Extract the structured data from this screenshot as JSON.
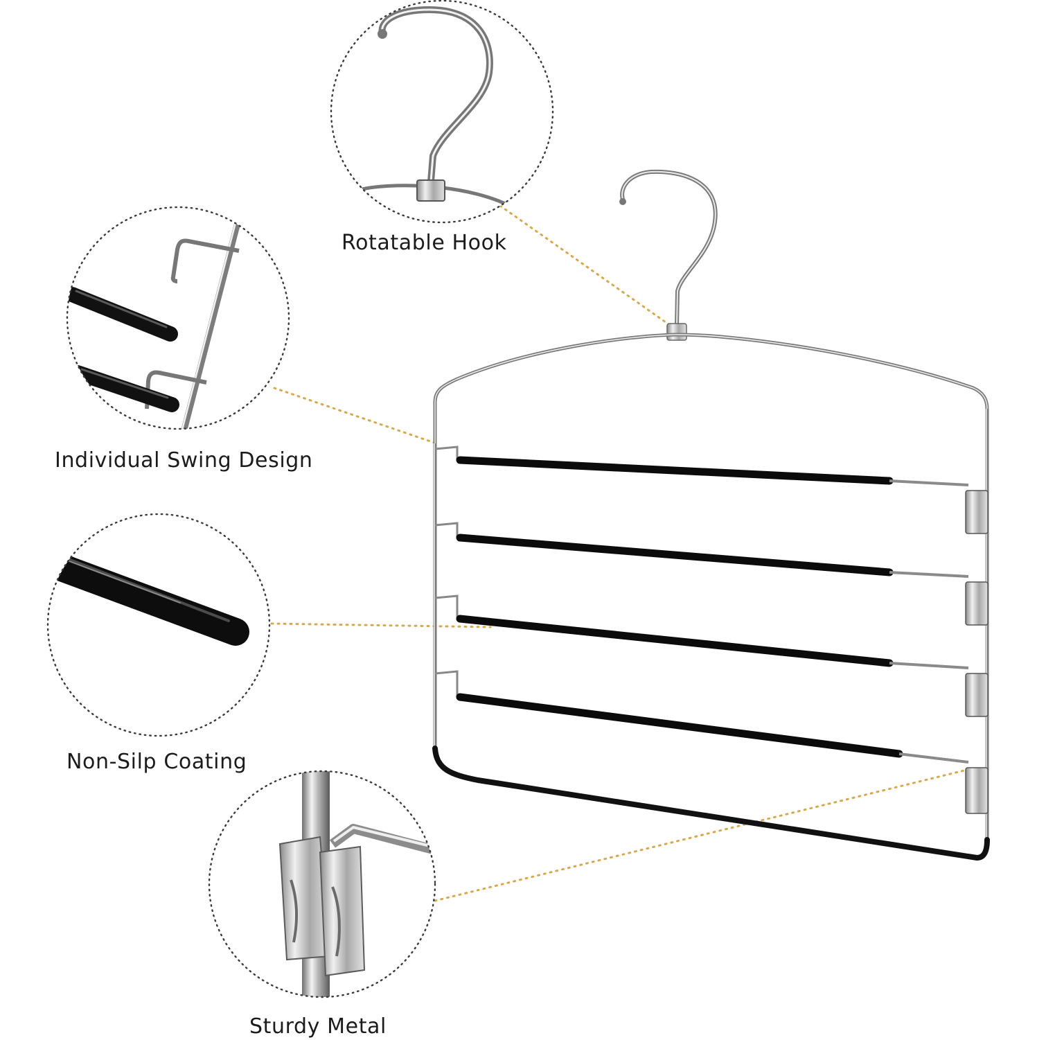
{
  "features": {
    "hook": "Rotatable Hook",
    "swing": "Individual Swing Design",
    "coating": "Non-Silp Coating",
    "metal": "Sturdy Metal"
  },
  "colors": {
    "chrome": "#9a9a9a",
    "chrome_highlight": "#e8e8e8",
    "coating": "#151515",
    "leader_line": "#d8a84a",
    "circle_border": "#3a3a3a"
  },
  "bars": {
    "count": 4
  }
}
